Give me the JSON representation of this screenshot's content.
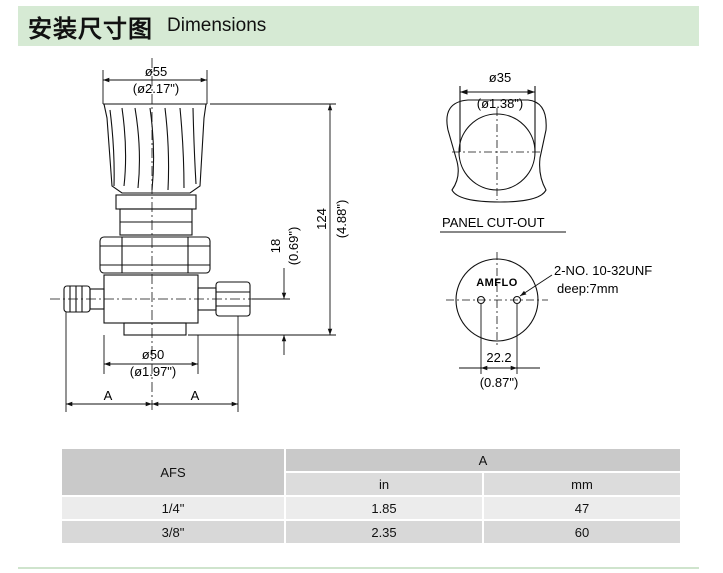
{
  "header": {
    "title_cn": "安装尺寸图",
    "title_en": "Dimensions"
  },
  "diagram": {
    "dim_top_mm": "ø55",
    "dim_top_in": "(ø2.17\")",
    "dim_bottom_mm": "ø50",
    "dim_bottom_in": "(ø1.97\")",
    "dim_height_mm": "124",
    "dim_height_in": "(4.88\")",
    "dim_offset_mm": "18",
    "dim_offset_in": "(0.69\")",
    "dim_a_left": "A",
    "dim_a_right": "A",
    "panel_dia_mm": "ø35",
    "panel_dia_in": "(ø1.38\")",
    "panel_label": "PANEL CUT-OUT",
    "brand": "AMFLO",
    "holes_label": "2-NO. 10-32UNF",
    "holes_depth": "deep:7mm",
    "hole_spacing_mm": "22.2",
    "hole_spacing_in": "(0.87\")"
  },
  "table": {
    "afs_header": "AFS",
    "a_header": "A",
    "unit_in": "in",
    "unit_mm": "mm",
    "rows": [
      {
        "afs": "1/4\"",
        "in": "1.85",
        "mm": "47"
      },
      {
        "afs": "3/8\"",
        "in": "2.35",
        "mm": "60"
      }
    ]
  }
}
